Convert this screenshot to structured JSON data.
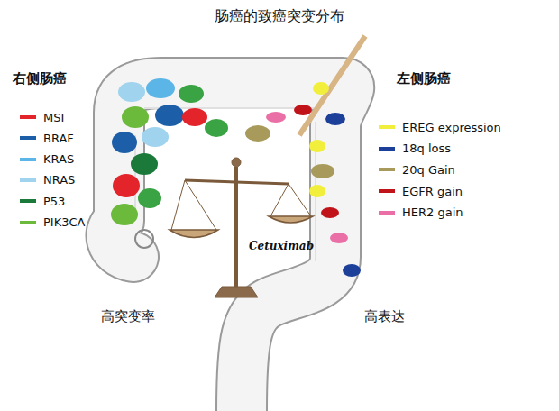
{
  "diagram": {
    "title": "肠癌的致癌突变分布",
    "labels": [
      "右侧肠癌",
      "左侧肠癌",
      "Cetuximab",
      "高突变率",
      "高表达"
    ],
    "legend": [
      {
        "text": "MSI",
        "color": "#e3242b"
      },
      {
        "text": "BRAF",
        "color": "#1c5fa8"
      },
      {
        "text": "KRAS",
        "color": "#5bb5e6"
      },
      {
        "text": "NRAS",
        "color": "#9fd3ee"
      },
      {
        "text": "P53",
        "color": "#1b7a3a"
      },
      {
        "text": "PIK3CA",
        "color": "#6cba3c"
      },
      {
        "text": "EREG expression",
        "color": "#f2ee3c"
      },
      {
        "text": "18q loss",
        "color": "#1c3f9a"
      },
      {
        "text": "20q Gain",
        "color": "#a79a5a"
      },
      {
        "text": "EGFR gain",
        "color": "#c0141a"
      },
      {
        "text": "HER2 gain",
        "color": "#ea6fa6"
      }
    ]
  }
}
